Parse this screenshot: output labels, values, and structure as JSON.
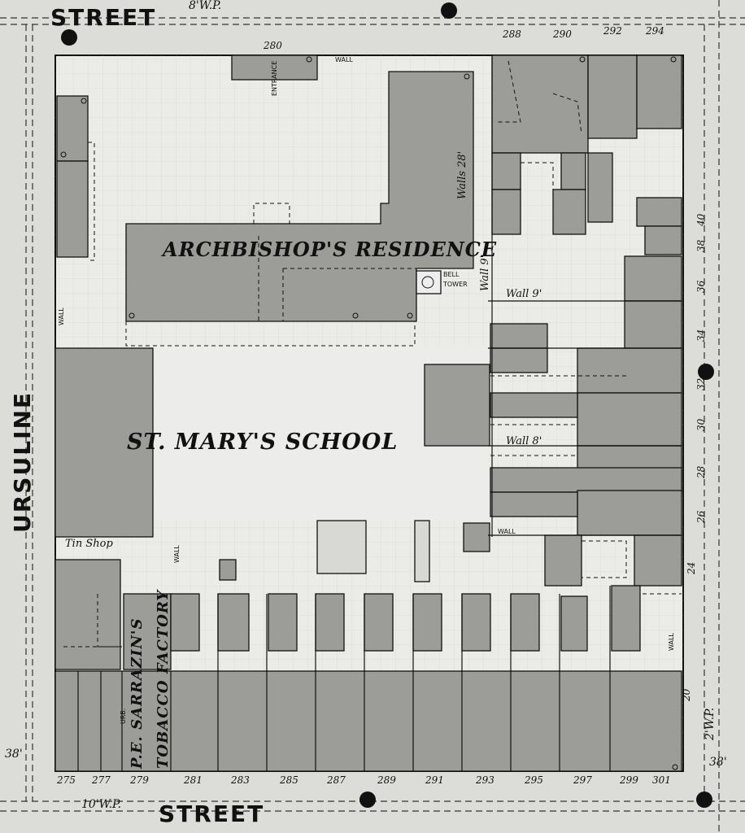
{
  "streets": {
    "top": "STREET",
    "bottom": "STREET",
    "left": "URSULINE"
  },
  "top_notes": {
    "wp": "8'W.P."
  },
  "bottom_notes": {
    "wp": "10'W.P.",
    "wp_right": "2'W.P.",
    "dim_left": "38'",
    "dim_right": "38'"
  },
  "labels": {
    "residence": "ARCHBISHOP'S RESIDENCE",
    "school": "ST. MARY'S SCHOOL",
    "factory_1": "P.E. SARRAZIN'S",
    "factory_2": "TOBACCO FACTORY",
    "tin_shop": "Tin Shop",
    "bell_1": "BELL",
    "bell_2": "TOWER",
    "entrance": "ENTRANCE",
    "walls28": "Walls 28'",
    "wall9_a": "Wall 9'",
    "wall9_b": "Wall 9'",
    "wall8": "Wall 8'",
    "wall_word": "WALL",
    "urb": "URB."
  },
  "top_numbers": [
    "280",
    "288",
    "290",
    "292",
    "294"
  ],
  "bottom_numbers": [
    "275",
    "277",
    "279",
    "281",
    "283",
    "285",
    "287",
    "289",
    "291",
    "293",
    "295",
    "297",
    "299",
    "301"
  ],
  "right_numbers": [
    "40",
    "38",
    "36",
    "34",
    "32",
    "30",
    "28",
    "26",
    "24",
    "20"
  ]
}
